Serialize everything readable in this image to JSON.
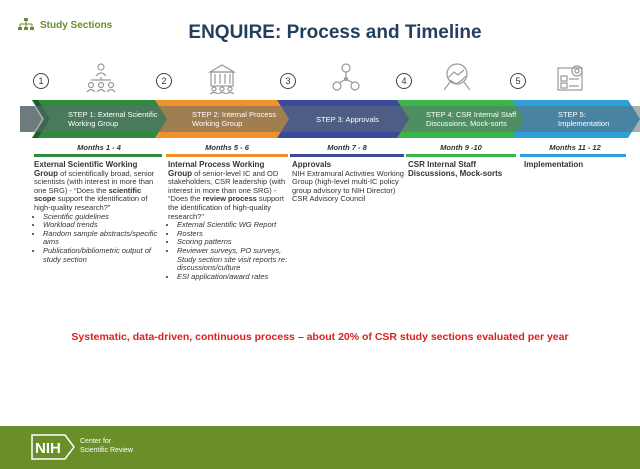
{
  "header": {
    "section_tag": "Study Sections",
    "title": "ENQUIRE: Process and Timeline"
  },
  "steps": [
    {
      "number": "1",
      "label_line1": "STEP 1: External Scientific",
      "label_line2": "Working Group",
      "months": "Months 1 - 4",
      "color": "#2e8b3e",
      "icon": "org-chart-icon"
    },
    {
      "number": "2",
      "label_line1": "STEP 2: Internal Process",
      "label_line2": "Working Group",
      "months": "Months 5 - 6",
      "color": "#f0922b",
      "icon": "building-people-icon"
    },
    {
      "number": "3",
      "label_line1": "STEP 3: Approvals",
      "label_line2": "",
      "months": "Month 7 - 8",
      "color": "#3b4a9a",
      "icon": "network-people-icon"
    },
    {
      "number": "4",
      "label_line1": "STEP 4: CSR Internal Staff",
      "label_line2": "Discussions, Mock-sorts",
      "months": "Month 9 -10",
      "color": "#3ab54a",
      "icon": "handshake-icon"
    },
    {
      "number": "5",
      "label_line1": "STEP 5:",
      "label_line2": "Implementation",
      "months": "Months 11 - 12",
      "color": "#2d9fd9",
      "icon": "gear-board-icon"
    }
  ],
  "columns": {
    "c1": {
      "head": "External Scientific Working Group",
      "p1": " of scientifically broad, senior scientists (with interest in more than one SRG) - “Does the ",
      "b1": "scientific scope",
      "p2": " support the identification of high-quality research?”",
      "bullets": [
        "Scientific guidelines",
        "Workload trends",
        "Random sample abstracts/specific aims",
        "Publication/bibliometric output of study section"
      ]
    },
    "c2": {
      "head": "Internal Process Working Group",
      "p1": " of senior-level IC and OD stakeholders, CSR leadership (with interest in more than one SRG) - “Does the ",
      "b1": "review process",
      "p2": " support the identification of high-quality research?”",
      "bullets": [
        "External Scientific WG Report",
        "Rosters",
        "Scoring patterns",
        "Reviewer surveys, PO surveys, Study section site visit reports re: discussions/culture",
        "ESI application/award rates"
      ]
    },
    "c3": {
      "head": "Approvals",
      "body": "NIH Extramural Activities Working Group (high-level multi-IC policy group advisory to NIH Director)",
      "body2": "CSR Advisory Council"
    },
    "c4": {
      "head": "CSR Internal Staff Discussions, Mock-sorts"
    },
    "c5": {
      "head": "Implementation"
    }
  },
  "tagline": "Systematic, data-driven, continuous process – about 20% of CSR study sections evaluated per year",
  "footer": {
    "logo_text": "NIH",
    "line1": "Center for",
    "line2": "Scientific Review"
  }
}
